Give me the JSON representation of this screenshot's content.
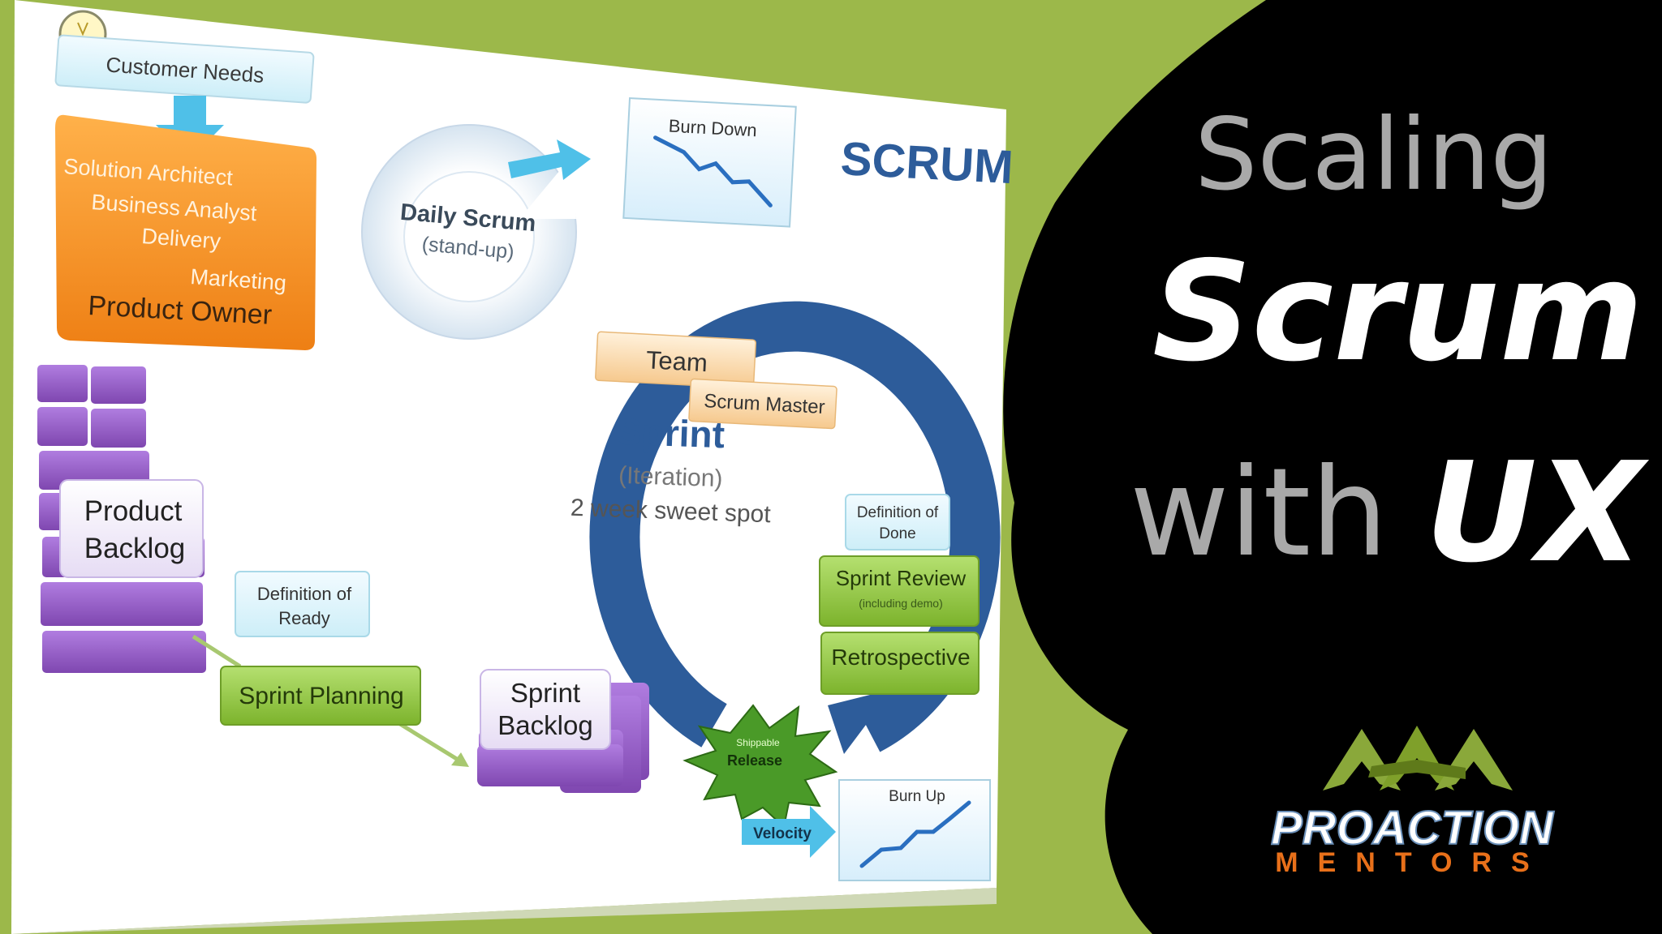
{
  "customer_needs": "Customer Needs",
  "roles": [
    "Solution Architect",
    "Business Analyst",
    "Delivery",
    "Marketing"
  ],
  "product_owner": "Product Owner",
  "daily_scrum": {
    "title": "Daily Scrum",
    "subtitle": "(stand-up)"
  },
  "burn_down": "Burn Down",
  "burn_up": "Burn Up",
  "scrum_label": "SCRUM",
  "team": "Team",
  "scrum_master": "Scrum Master",
  "sprint": {
    "title": "Sprint",
    "subtitle": "(Iteration)",
    "note": "2 week sweet spot"
  },
  "product_backlog": [
    "Product",
    "Backlog"
  ],
  "definition_ready": [
    "Definition of",
    "Ready"
  ],
  "definition_done": [
    "Definition of",
    "Done"
  ],
  "sprint_planning": "Sprint Planning",
  "sprint_backlog": [
    "Sprint",
    "Backlog"
  ],
  "sprint_review": {
    "title": "Sprint Review",
    "subtitle": "(including demo)"
  },
  "retrospective": "Retrospective",
  "release": {
    "small": "Shippable",
    "main": "Release"
  },
  "velocity": "Velocity",
  "title": {
    "line1": "Scaling",
    "line2": "Scrum",
    "line3a": "with",
    "line3b": "UX"
  },
  "logo": {
    "top": "PROACTION",
    "bottom": "MENTORS"
  },
  "colors": {
    "green": "#9cb84a",
    "black": "#000000",
    "orange": "#f08c1e",
    "purple": "#8a55b8",
    "sprint_ring": "#2d5c9a",
    "action_green": "#8cc63f"
  }
}
